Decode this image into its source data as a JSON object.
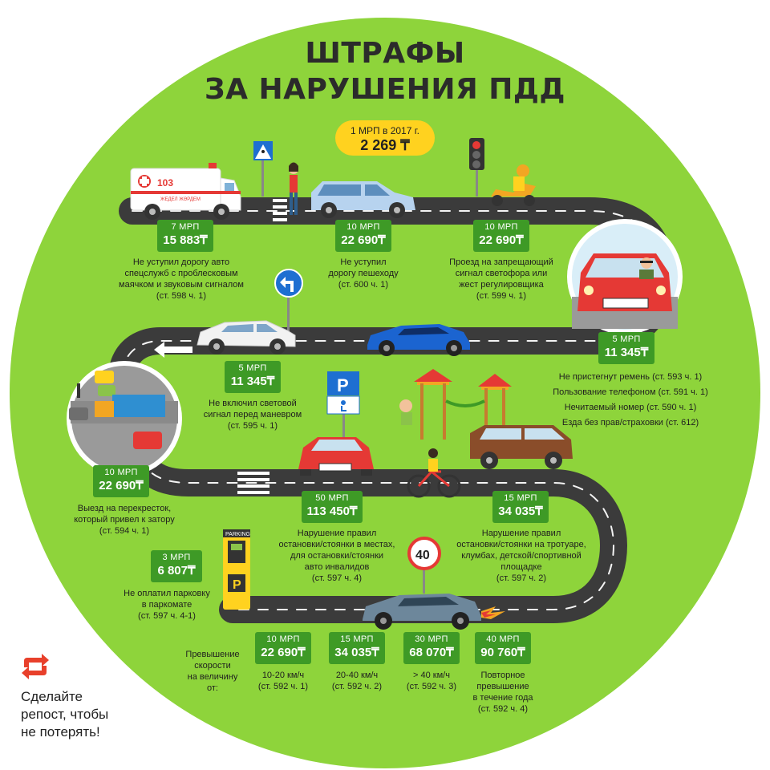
{
  "title": {
    "line1": "ШТРАФЫ",
    "line2": "ЗА НАРУШЕНИЯ ПДД"
  },
  "mrp_pill": {
    "line1": "1 МРП в 2017 г.",
    "line2": "2 269 ₸"
  },
  "colors": {
    "circle": "#8ed43b",
    "road": "#3b3b3b",
    "fine_box": "#3e9a26",
    "pill": "#ffd21f",
    "repost": "#e8402b"
  },
  "vehicle_labels": {
    "ambulance_number": "103",
    "ambulance_text": "ЖЕДЕЛ ЖӘРДЕМ",
    "speed_sign": "40",
    "parking_meter_label": "PARKING",
    "parking_meter_letter": "P",
    "parking_sign_letter": "P"
  },
  "fines": [
    {
      "id": "ambulance",
      "label": "7 МРП",
      "amount": "15 883₸",
      "desc": [
        "Не уступил дорогу авто",
        "спецслужб с проблесковым",
        "маячком и звуковым сигналом",
        "(ст. 598 ч. 1)"
      ]
    },
    {
      "id": "pedestrian",
      "label": "10 МРП",
      "amount": "22 690₸",
      "desc": [
        "Не уступил",
        "дорогу пешеходу",
        "(ст. 600 ч. 1)"
      ]
    },
    {
      "id": "traffic-light",
      "label": "10 МРП",
      "amount": "22 690₸",
      "desc": [
        "Проезд на запрещающий",
        "сигнал светофора или",
        "жест регулировщика",
        "(ст. 599 ч. 1)"
      ]
    },
    {
      "id": "seatbelt",
      "label": "5 МРП",
      "amount": "11 345₸",
      "desc": [
        "Не пристегнут ремень (ст. 593 ч. 1)",
        "Пользование телефоном (ст. 591 ч. 1)",
        "Нечитаемый номер (ст. 590 ч. 1)",
        "Езда без прав/страховки (ст. 612)"
      ]
    },
    {
      "id": "turn-signal",
      "label": "5 МРП",
      "amount": "11 345₸",
      "desc": [
        "Не включил световой",
        "сигнал перед маневром",
        "(ст. 595 ч. 1)"
      ]
    },
    {
      "id": "intersection",
      "label": "10 МРП",
      "amount": "22 690₸",
      "desc": [
        "Выезд на перекресток,",
        "который привел к затору",
        "(ст. 594 ч. 1)"
      ]
    },
    {
      "id": "disabled-parking",
      "label": "50 МРП",
      "amount": "113 450₸",
      "desc": [
        "Нарушение правил",
        "остановки/стоянки в местах,",
        "для остановки/стоянки",
        "авто инвалидов",
        "(ст. 597 ч. 4)"
      ]
    },
    {
      "id": "sidewalk-parking",
      "label": "15 МРП",
      "amount": "34 035₸",
      "desc": [
        "Нарушение правил",
        "остановки/стоянки на тротуаре,",
        "клумбах, детской/спортивной",
        "площадке",
        "(ст. 597 ч. 2)"
      ]
    },
    {
      "id": "parking-meter",
      "label": "3 МРП",
      "amount": "6 807₸",
      "desc": [
        "Не оплатил парковку",
        "в паркомате",
        "(ст. 597 ч. 4-1)"
      ]
    },
    {
      "id": "speed-10-20",
      "label": "10 МРП",
      "amount": "22 690₸",
      "desc": [
        "10-20 км/ч",
        "(ст. 592 ч. 1)"
      ]
    },
    {
      "id": "speed-20-40",
      "label": "15 МРП",
      "amount": "34 035₸",
      "desc": [
        "20-40 км/ч",
        "(ст. 592 ч. 2)"
      ]
    },
    {
      "id": "speed-40",
      "label": "30 МРП",
      "amount": "68 070₸",
      "desc": [
        "> 40 км/ч",
        "(ст. 592 ч. 3)"
      ]
    },
    {
      "id": "speed-repeat",
      "label": "40 МРП",
      "amount": "90 760₸",
      "desc": [
        "Повторное",
        "превышение",
        "в течение года",
        "(ст. 592 ч. 4)"
      ]
    }
  ],
  "speeding_intro": [
    "Превышение",
    "скорости",
    "на величину",
    "от:"
  ],
  "repost": {
    "lines": [
      "Сделайте",
      "репост, чтобы",
      "не потерять!"
    ]
  }
}
